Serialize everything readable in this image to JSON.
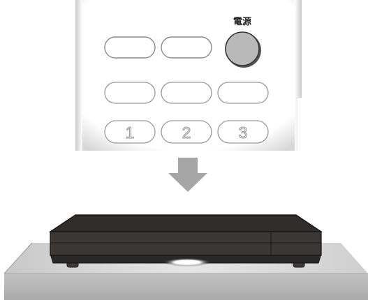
{
  "remote": {
    "power_label": "電源",
    "number_buttons": [
      "1",
      "2",
      "3"
    ]
  },
  "arrow": {
    "direction": "down",
    "icon": "arrow-down-icon"
  },
  "device": {
    "type": "set-top-box",
    "power_indicator": "on"
  },
  "colors": {
    "remote_body": "#ffffff",
    "remote_outline": "#cfcfcf",
    "button_outline": "#8c8c8c",
    "power_button": "#b9b9b9",
    "arrow": "#a6a6a6",
    "device_body": "#3a3735",
    "device_top": "#2f2c2a",
    "shelf_top": "#d8d8d8",
    "shelf_front": "#b5b5b5",
    "indicator_glow": "#ffffff"
  }
}
